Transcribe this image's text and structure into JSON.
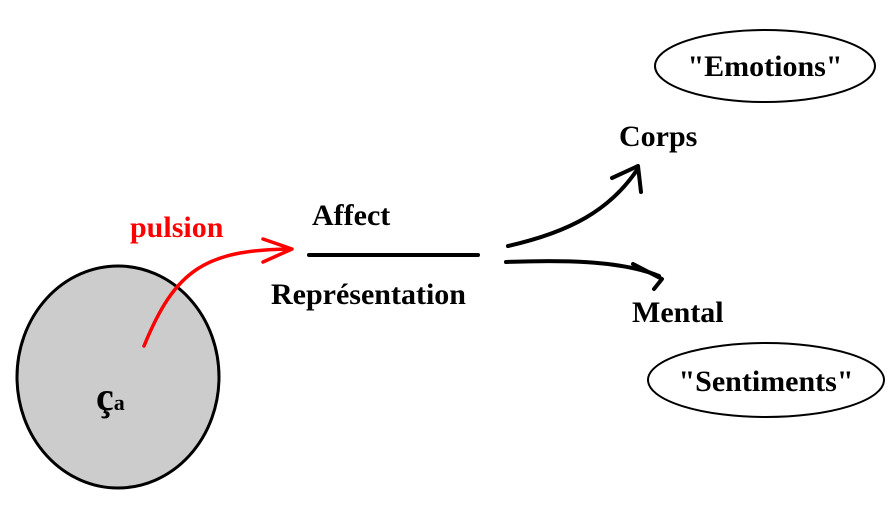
{
  "diagram": {
    "nodes": {
      "ca": {
        "big": "ç",
        "small": "a"
      },
      "pulsion": "pulsion",
      "affect": "Affect",
      "representation": "Représentation",
      "corps": "Corps",
      "mental": "Mental",
      "emotions": "\"Emotions\"",
      "sentiments": "\"Sentiments\""
    },
    "colors": {
      "circle_fill": "#cccccc",
      "stroke": "#000000",
      "pulsion": "#ff0000"
    }
  }
}
